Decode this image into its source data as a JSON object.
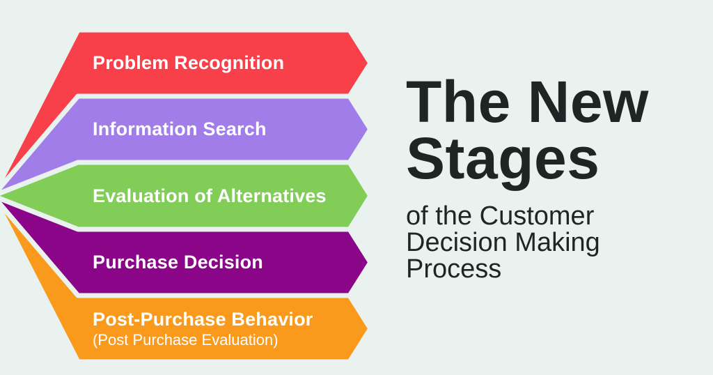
{
  "canvas": {
    "background_color": "#e9f2ef",
    "text_color": "#1f2424"
  },
  "title": {
    "line1": "The New",
    "line2": "Stages",
    "subtitle": "of the Customer Decision Making Process"
  },
  "stages": [
    {
      "label": "Problem Recognition",
      "color": "#f8404b"
    },
    {
      "label": "Information Search",
      "color": "#a07de8"
    },
    {
      "label": "Evaluation of Alternatives",
      "color": "#81cd58"
    },
    {
      "label": "Purchase Decision",
      "color": "#8b0588"
    },
    {
      "label": "Post-Purchase Behavior",
      "sublabel": "(Post Purchase Evaluation)",
      "color": "#f99a1d"
    }
  ]
}
